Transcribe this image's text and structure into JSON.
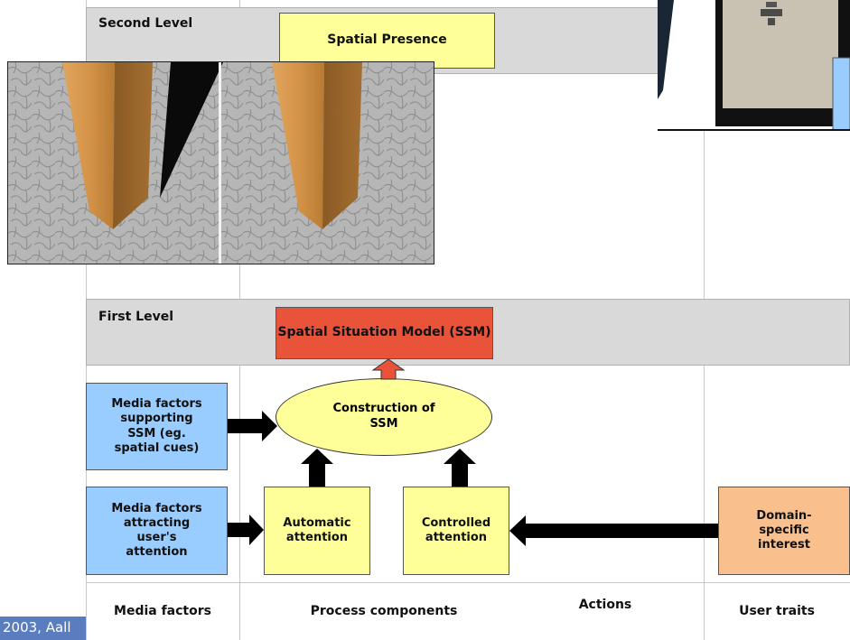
{
  "second_level": {
    "label": "Second Level",
    "spatial_presence": "Spatial Presence"
  },
  "first_level": {
    "label": "First Level",
    "ssm": "Spatial Situation Model (SSM)"
  },
  "construction": "Construction of SSM",
  "media_factors_ssm": "Media factors supporting SSM (eg. spatial cues)",
  "media_factors_attention": "Media factors attracting user's attention",
  "automatic_attention": "Automatic attention",
  "controlled_attention": "Controlled attention",
  "domain_interest": "Domain-specific interest",
  "footer": {
    "copyright": "2003, Aall",
    "media_factors": "Media factors",
    "process_components": "Process components",
    "actions": "Actions",
    "user_traits": "User traits"
  },
  "colors": {
    "yellow": "#ffff99",
    "blue": "#99ccff",
    "peach": "#f9c08d",
    "red": "#e8533a",
    "band": "#d9d9d9"
  },
  "images": [
    "wooden-post-shadow-image",
    "book-photo-image"
  ]
}
